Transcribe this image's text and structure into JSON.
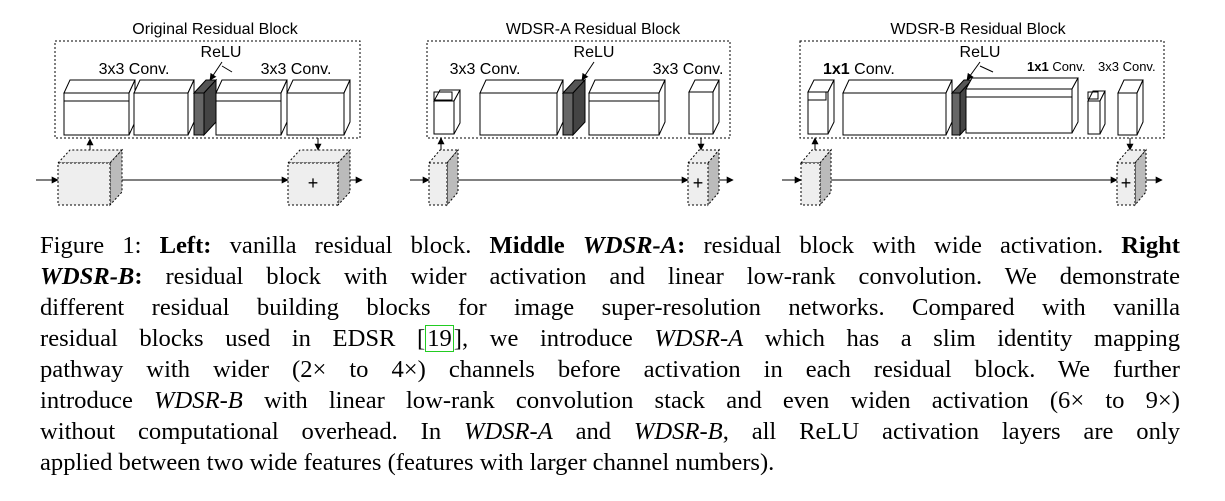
{
  "panels": [
    {
      "title": "Original Residual Block",
      "conv1": "3x3 Conv.",
      "relu": "ReLU",
      "conv2": "3x3 Conv.",
      "plus": "+"
    },
    {
      "title": "WDSR-A Residual Block",
      "conv1": "3x3 Conv.",
      "relu": "ReLU",
      "conv2": "3x3 Conv.",
      "plus": "+"
    },
    {
      "title": "WDSR-B Residual Block",
      "conv1_bold": "1x1",
      "conv1_rest": " Conv.",
      "relu": "ReLU",
      "conv2_bold": "1x1",
      "conv2_rest": " Conv.",
      "conv3": "3x3 Conv.",
      "plus": "+"
    }
  ],
  "caption": {
    "l1": {
      "fig": "Figure 1: ",
      "left_b": "Left:",
      "t1": " vanilla residual block. ",
      "mid_b": "Middle ",
      "wdsra_bi": "WDSR-A",
      "colon_b": ":",
      "t2": " residual block with wide activation. ",
      "right_b": "Right"
    },
    "l2": {
      "wdsrb_bi": "WDSR-B",
      "colon_b": ":",
      "t1": " residual block with wider activation and linear low-rank convolution. We demonstrate"
    },
    "l3": "different residual building blocks for image super-resolution networks. Compared with vanilla",
    "l4": {
      "t1": "residual blocks used in EDSR ",
      "lb": "[",
      "ref": "19",
      "rb": "]",
      "t2": ", we introduce ",
      "wdsra_i": "WDSR-A",
      "t3": " which has a slim identity mapping"
    },
    "l5": "pathway with wider (2× to 4×) channels before activation in each residual block. We further",
    "l6": {
      "t1": "introduce ",
      "wdsrb_i": "WDSR-B",
      "t2": " with linear low-rank convolution stack and even widen activation (6× to 9×)"
    },
    "l7": {
      "t1": "without computational overhead. In ",
      "wdsra_i": "WDSR-A",
      "t2": " and ",
      "wdsrb_i": "WDSR-B",
      "t3": ", all ReLU activation layers are only"
    },
    "l8": "applied between two wide features (features with larger channel numbers)."
  }
}
